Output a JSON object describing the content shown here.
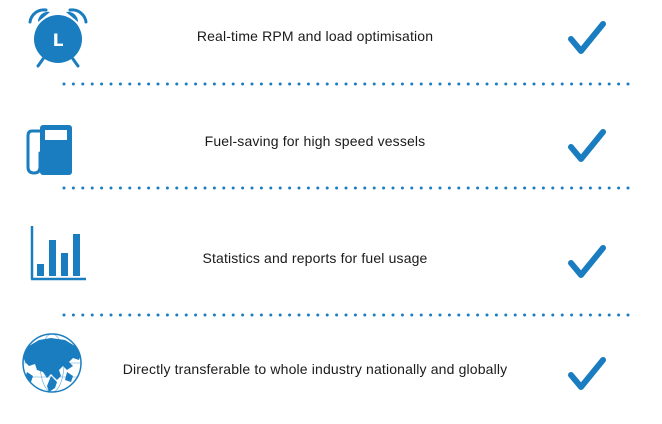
{
  "colors": {
    "accent": "#1a7dc0",
    "text": "#1a1a1a",
    "background": "#ffffff"
  },
  "features": [
    {
      "label": "Real-time RPM and load optimisation",
      "icon": "alarm-clock-icon",
      "clock_letter": "L",
      "checked": true
    },
    {
      "label": "Fuel-saving for high speed vessels",
      "icon": "fuel-pump-icon",
      "checked": true
    },
    {
      "label": "Statistics and reports for fuel usage",
      "icon": "bar-chart-icon",
      "checked": true
    },
    {
      "label": "Directly transferable to whole industry nationally and globally",
      "icon": "globe-icon",
      "checked": true
    }
  ]
}
